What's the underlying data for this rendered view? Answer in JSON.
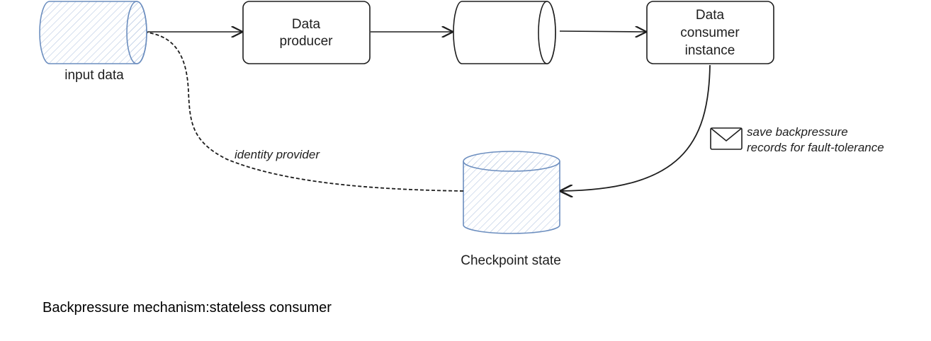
{
  "nodes": {
    "input": {
      "label": "input data"
    },
    "producer": {
      "label_lines": [
        "Data",
        "producer"
      ]
    },
    "queue": {
      "label": ""
    },
    "consumer": {
      "label_lines": [
        "Data",
        "consumer",
        "instance"
      ]
    },
    "checkpoint": {
      "label": "Checkpoint state"
    }
  },
  "edges": {
    "identity": {
      "label": "identity provider",
      "style": "dashed"
    },
    "save": {
      "label_lines": [
        "save backpressure",
        "records for fault-tolerance"
      ],
      "icon": "envelope-icon"
    }
  },
  "caption": "Backpressure mechanism:stateless consumer",
  "colors": {
    "blue_shape": "#6c8ebf",
    "blue_hatch": "#b9c9e3",
    "stroke": "#1e1e1e"
  }
}
